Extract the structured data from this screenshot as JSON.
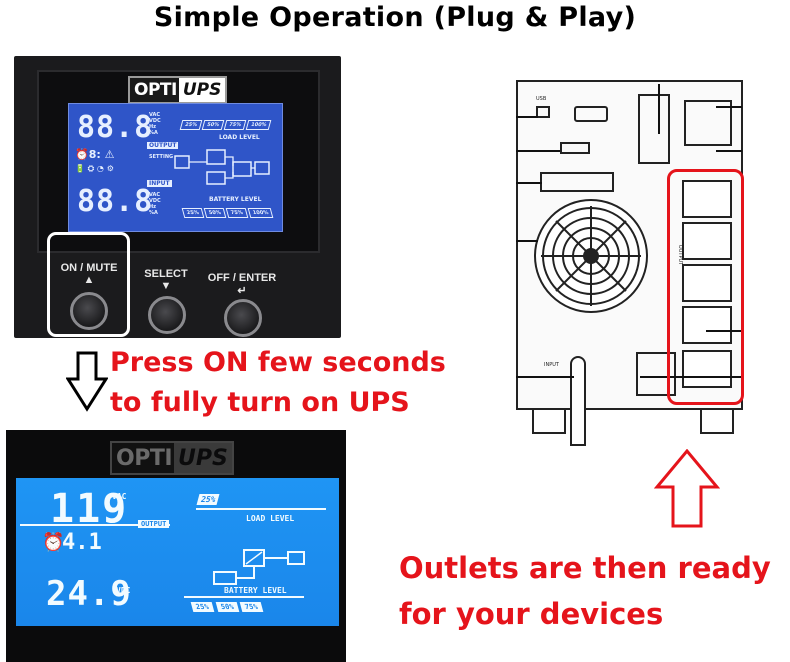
{
  "heading": "Simple Operation (Plug & Play)",
  "logo": {
    "part1": "OPTI",
    "part2": "UPS"
  },
  "top_panel": {
    "readout_top": "88.8",
    "readout_bottom": "88.8",
    "units_top": "VAC VDC Hz %A",
    "units_bottom": "VAC VDC Hz %A",
    "output_label": "OUTPUT",
    "input_label": "INPUT",
    "load_level_label": "LOAD LEVEL",
    "battery_level_label": "BATTERY LEVEL",
    "setting_label": "SETTING",
    "load_steps": [
      "25%",
      "50%",
      "75%",
      "100%"
    ],
    "battery_steps": [
      "25%",
      "50%",
      "75%",
      "100%"
    ],
    "buttons": [
      {
        "label": "ON / MUTE",
        "arrow": "▲"
      },
      {
        "label": "SELECT",
        "arrow": "▼"
      },
      {
        "label": "OFF / ENTER",
        "arrow": "↵"
      }
    ]
  },
  "instruction_1": {
    "line1": "Press ON few seconds",
    "line2": "to fully turn on UPS"
  },
  "bottom_panel": {
    "readout_top": "119",
    "unit_top": "VAC",
    "output_label": "OUTPUT",
    "timer": "4.1",
    "readout_bottom": "24.9",
    "unit_bottom": "VDC",
    "load_level_label": "LOAD LEVEL",
    "battery_level_label": "BATTERY LEVEL",
    "load_step": "25%",
    "battery_steps": [
      "25%",
      "50%",
      "75%"
    ]
  },
  "rear_panel": {
    "usb_label": "USB",
    "input_label": "INPUT",
    "output_label": "OUTPUT",
    "outlet_count": 5
  },
  "instruction_2": {
    "line1": "Outlets are then ready",
    "line2": "for your devices"
  },
  "colors": {
    "accent_red": "#e5141b",
    "lcd_top": "#2f55c8",
    "lcd_bottom": "#1c8ff0"
  }
}
